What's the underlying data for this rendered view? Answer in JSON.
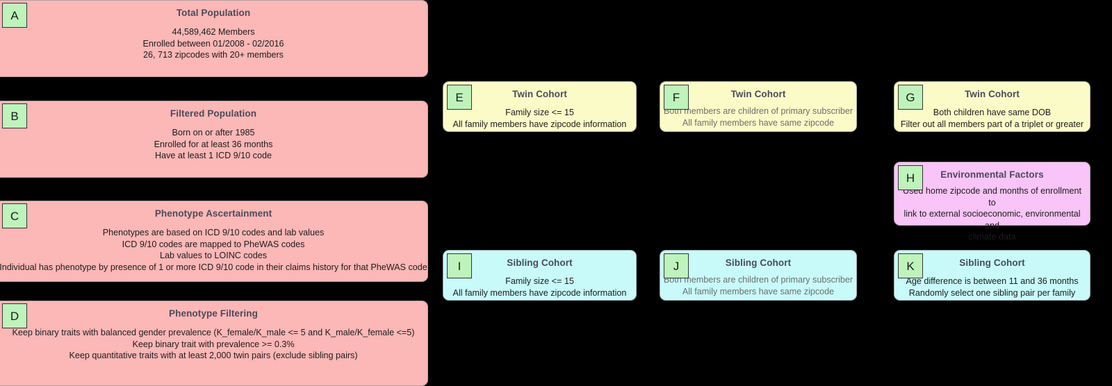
{
  "figure": {
    "background_color": "#000000",
    "badge_color": "#bff3bc",
    "title_color": "#4a4a5a",
    "muted_text_color": "#6e6e6e"
  },
  "panels": [
    {
      "id": "A",
      "label": "A",
      "title": "Total Population",
      "tone": "pink",
      "color": "#fcb7b7",
      "muted": false,
      "lines": [
        "44,589,462 Members",
        "Enrolled between 01/2008 - 02/2016",
        "26, 713 zipcodes with 20+ members"
      ]
    },
    {
      "id": "B",
      "label": "B",
      "title": "Filtered Population",
      "tone": "pink",
      "color": "#fcb7b7",
      "muted": false,
      "lines": [
        "Born on or after 1985",
        "Enrolled for at least 36 months",
        "Have at least 1 ICD 9/10 code"
      ]
    },
    {
      "id": "C",
      "label": "C",
      "title": "Phenotype Ascertainment",
      "tone": "pink",
      "color": "#fcb7b7",
      "muted": false,
      "lines": [
        "Phenotypes are based on ICD 9/10 codes and lab values",
        "ICD 9/10 codes are mapped to PheWAS codes",
        "Lab values to LOINC codes",
        "Individual has phenotype by presence of 1 or more ICD 9/10 code in their claims history for that PheWAS code"
      ]
    },
    {
      "id": "D",
      "label": "D",
      "title": "Phenotype Filtering",
      "tone": "pink",
      "color": "#fcb7b7",
      "muted": false,
      "lines": [
        "Keep binary traits with balanced gender prevalence (K_female/K_male <= 5 and K_male/K_female <=5)",
        "Keep binary trait with prevalence >= 0.3%",
        "Keep quantitative traits with at least 2,000 twin pairs (exclude sibling pairs)"
      ]
    },
    {
      "id": "E",
      "label": "E",
      "title": "Twin Cohort",
      "tone": "yellow",
      "color": "#fbfbc8",
      "muted": false,
      "lines": [
        "Family size <= 15",
        "All family members have zipcode information"
      ]
    },
    {
      "id": "F",
      "label": "F",
      "title": "Twin Cohort",
      "tone": "yellow",
      "color": "#fbfbc8",
      "muted": true,
      "lines": [
        "Both members are children of primary subscriber",
        "All family members have same zipcode"
      ]
    },
    {
      "id": "G",
      "label": "G",
      "title": "Twin Cohort",
      "tone": "yellow",
      "color": "#fbfbc8",
      "muted": false,
      "lines": [
        "Both children have same DOB",
        "Filter out all members part of a triplet or greater"
      ]
    },
    {
      "id": "H",
      "label": "H",
      "title": "Environmental Factors",
      "tone": "magenta",
      "color": "#f9c4f7",
      "muted": false,
      "lines": [
        "Used home zipcode and months of enrollment to",
        "link to external socioeconomic, environmental and",
        "climate data"
      ]
    },
    {
      "id": "I",
      "label": "I",
      "title": "Sibling Cohort",
      "tone": "cyan",
      "color": "#c8fafa",
      "muted": false,
      "lines": [
        "Family size <= 15",
        "All family members have zipcode information"
      ]
    },
    {
      "id": "J",
      "label": "J",
      "title": "Sibling Cohort",
      "tone": "cyan",
      "color": "#c8fafa",
      "muted": true,
      "lines": [
        "Both members are children of primary subscriber",
        "All family members have same zipcode"
      ]
    },
    {
      "id": "K",
      "label": "K",
      "title": "Sibling Cohort",
      "tone": "cyan",
      "color": "#c8fafa",
      "muted": false,
      "lines": [
        "Age difference is between 11 and 36 months",
        "Randomly select one sibling pair per family"
      ]
    }
  ]
}
